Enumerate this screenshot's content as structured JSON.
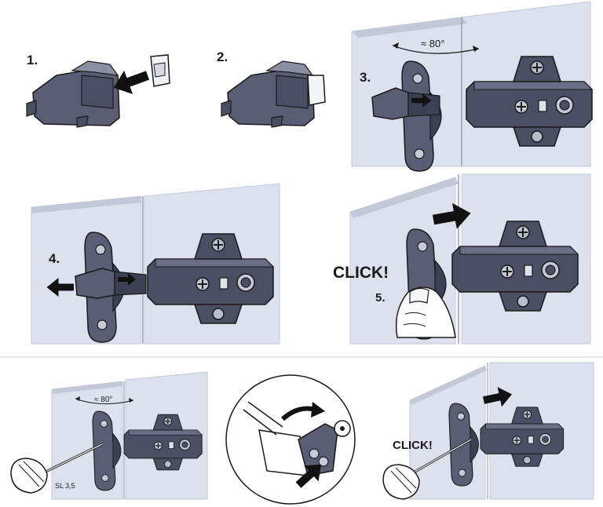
{
  "steps": {
    "s1": "1.",
    "s2": "2.",
    "s3": "3.",
    "s4": "4.",
    "s5": "5."
  },
  "angles": {
    "step3": "≈ 80°",
    "bottom_left": "≈ 80°"
  },
  "click": {
    "step5": "CLICK!",
    "bottom_right": "CLICK!"
  },
  "tool_label": "SL 3,5",
  "colors": {
    "wall": "#dde1ee",
    "wall_edge": "#c3c8d8",
    "metal": "#4b4f63",
    "metal_dark": "#2f3243",
    "metal_light": "#6a6f86",
    "arrow": "#111111",
    "line": "#1a1a1a",
    "divider": "#cfcfcf"
  }
}
